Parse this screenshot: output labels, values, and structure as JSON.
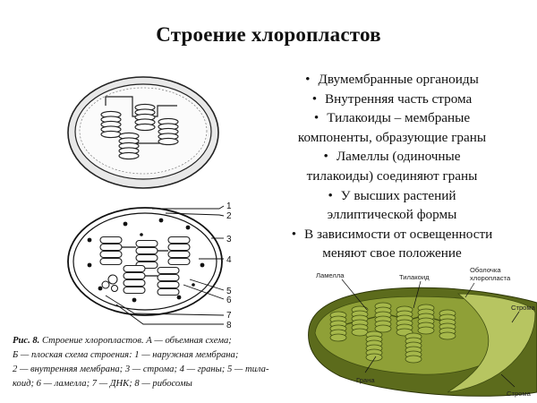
{
  "title": "Строение хлоропластов",
  "bullets": [
    "Двумембранные органоиды",
    "Внутренняя часть строма",
    "Тилакоиды – мембраные",
    "компоненты, образующие граны",
    "Ламеллы (одиночные",
    "тилакоиды) соединяют граны",
    "У высших растений",
    "эллиптической формы",
    "В зависимости от освещенности",
    "меняют свое положение"
  ],
  "bullet_flags": [
    true,
    true,
    true,
    false,
    true,
    false,
    true,
    false,
    true,
    false
  ],
  "figure_numbers": [
    "1",
    "2",
    "3",
    "4",
    "5",
    "6",
    "7",
    "8"
  ],
  "caption": {
    "bold": "Рис. 8.",
    "lines": [
      " Строение хлоропластов. А — объемная схема;",
      "Б — плоская схема строения: 1 — наружная мембрана;",
      "2 — внутренняя мембрана; 3 — строма; 4 — граны; 5 — тила-",
      "коид; 6 — ламелла; 7 — ДНК; 8 — рибосомы"
    ]
  },
  "labels_3d": {
    "lamella": "Ламелла",
    "thylakoid": "Тилакоид",
    "envelope_1": "Оболочка",
    "envelope_2": "хлоропласта",
    "stroma": "Строма",
    "granum": "Грана",
    "stroma_bottom": "Строма"
  },
  "colors": {
    "chloroplast_fill": "#8fa037",
    "chloroplast_dark": "#5c6b1c",
    "chloroplast_light": "#b7c561"
  }
}
